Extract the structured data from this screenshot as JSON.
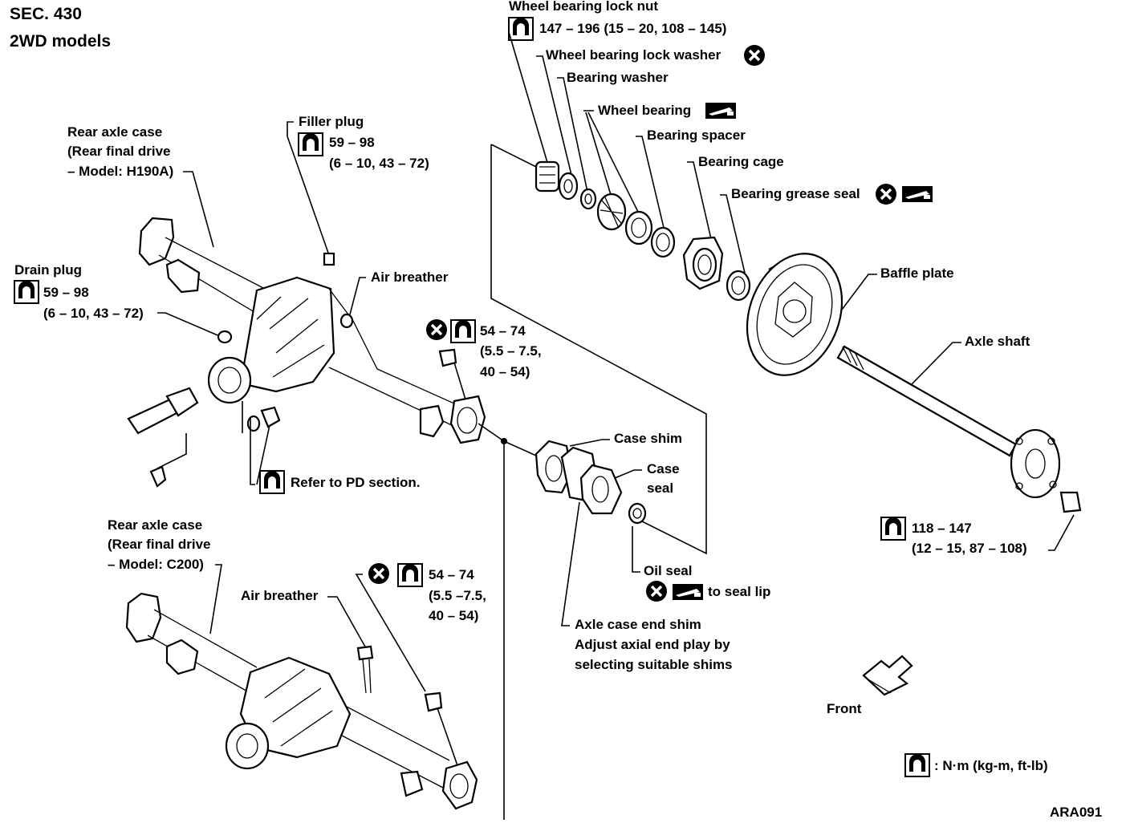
{
  "header": {
    "section": "SEC. 430",
    "models": "2WD models"
  },
  "labels": {
    "wheel_bearing_lock_nut": "Wheel bearing lock nut",
    "lock_nut_torque": "147 – 196 (15 – 20, 108 – 145)",
    "wheel_bearing_lock_washer": "Wheel bearing lock washer",
    "bearing_washer": "Bearing washer",
    "wheel_bearing": "Wheel bearing",
    "bearing_spacer": "Bearing spacer",
    "bearing_cage": "Bearing cage",
    "bearing_grease_seal": "Bearing grease seal",
    "baffle_plate": "Baffle plate",
    "axle_shaft": "Axle shaft",
    "filler_plug": "Filler plug",
    "filler_torque_1": "59 – 98",
    "filler_torque_2": "(6 – 10, 43 – 72)",
    "rear_case_h190a_1": "Rear axle case",
    "rear_case_h190a_2": "(Rear final drive",
    "rear_case_h190a_3": "– Model: H190A)",
    "drain_plug": "Drain plug",
    "drain_torque_1": "59 – 98",
    "drain_torque_2": "(6 – 10, 43 – 72)",
    "air_breather_top": "Air breather",
    "nut_torque_top_1": "54 – 74",
    "nut_torque_top_2": "(5.5 – 7.5,",
    "nut_torque_top_3": "40 – 54)",
    "refer_pd": "Refer to PD section.",
    "case_shim": "Case shim",
    "case_seal_1": "Case",
    "case_seal_2": "seal",
    "oil_seal": "Oil seal",
    "to_seal_lip": "to seal lip",
    "axle_end_shim_1": "Axle case end shim",
    "axle_end_shim_2": "Adjust axial end play by",
    "axle_end_shim_3": "selecting suitable shims",
    "rear_case_c200_1": "Rear axle case",
    "rear_case_c200_2": "(Rear final drive",
    "rear_case_c200_3": "– Model: C200)",
    "air_breather_bottom": "Air breather",
    "nut_torque_bot_1": "54 – 74",
    "nut_torque_bot_2": "(5.5 –7.5,",
    "nut_torque_bot_3": "40 – 54)",
    "shaft_nut_torque_1": "118 – 147",
    "shaft_nut_torque_2": "(12 – 15, 87 – 108)",
    "front": "Front",
    "legend_units": ": N·m (kg-m, ft-lb)",
    "figure_code": "ARA091"
  },
  "icons": {
    "torque": "torque-wrench-icon",
    "replace": "do-not-reuse-icon",
    "grease": "grease-apply-icon"
  },
  "colors": {
    "ink": "#000000",
    "paper": "#ffffff"
  }
}
